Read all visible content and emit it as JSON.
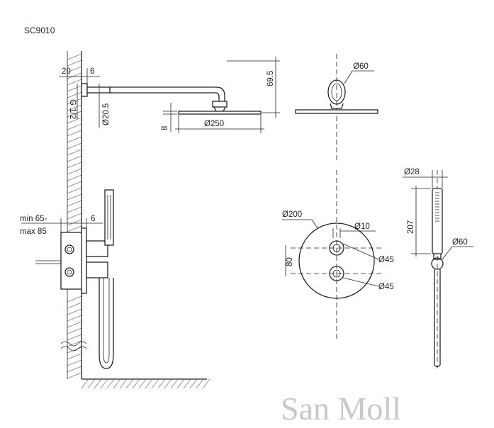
{
  "model_code": "SC9010",
  "brand": "San Moll",
  "dims": {
    "wall_thickness": "20",
    "flange": "6",
    "thread": "G 1/2",
    "arm_diameter": "Ø20.5",
    "head_height": "69.5",
    "head_thickness": "8",
    "head_diameter": "Ø250",
    "mount_diameter": "Ø60",
    "depth_range_min": "min 65-",
    "depth_range_max": "max 85",
    "valve_flange": "6",
    "plate_diameter": "Ø200",
    "pin_diameter": "Ø10",
    "handle_upper": "Ø45",
    "handle_lower": "Ø45",
    "handle_spacing": "80",
    "hand_diameter": "Ø28",
    "hand_length": "207",
    "hose_mount": "Ø60"
  }
}
